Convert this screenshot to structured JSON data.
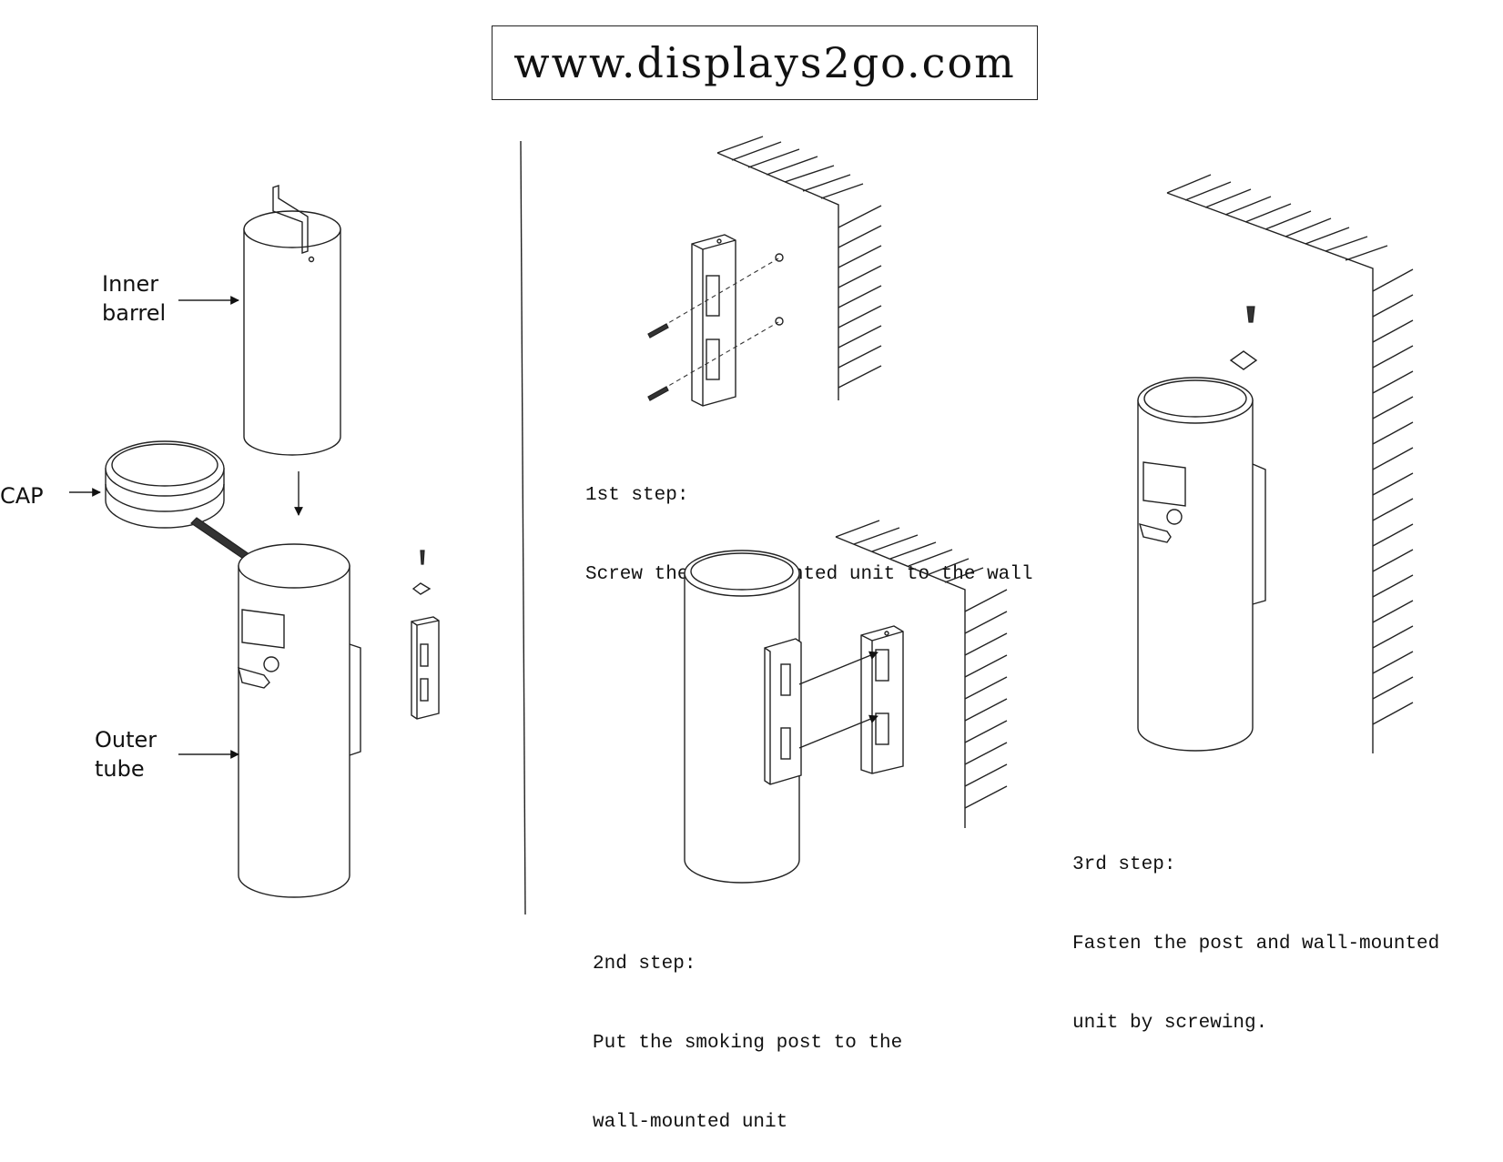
{
  "header": {
    "website": "www.displays2go.com"
  },
  "parts": {
    "inner_barrel": [
      "Inner",
      "barrel"
    ],
    "cap": "CAP",
    "outer_tube": [
      "Outer",
      "tube"
    ]
  },
  "steps": [
    {
      "title": "1st step:",
      "lines": [
        "Screw the wall-mounted unit to the wall"
      ]
    },
    {
      "title": "2nd step:",
      "lines": [
        "Put the smoking post to the",
        "wall-mounted unit"
      ]
    },
    {
      "title": "3rd step:",
      "lines": [
        "Fasten the post and wall-mounted",
        "unit by screwing."
      ]
    }
  ]
}
